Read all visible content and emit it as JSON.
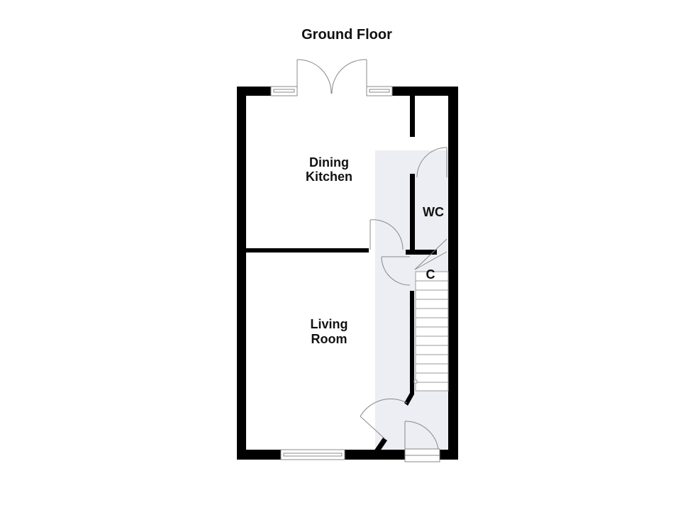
{
  "title": "Ground Floor",
  "rooms": {
    "dining_kitchen": {
      "line1": "Dining",
      "line2": "Kitchen"
    },
    "living_room": {
      "line1": "Living",
      "line2": "Room"
    },
    "wc": {
      "label": "WC"
    },
    "cupboard": {
      "label": "C"
    }
  },
  "colors": {
    "wall": "#000000",
    "hall": "#eceef3",
    "line": "#999999"
  }
}
